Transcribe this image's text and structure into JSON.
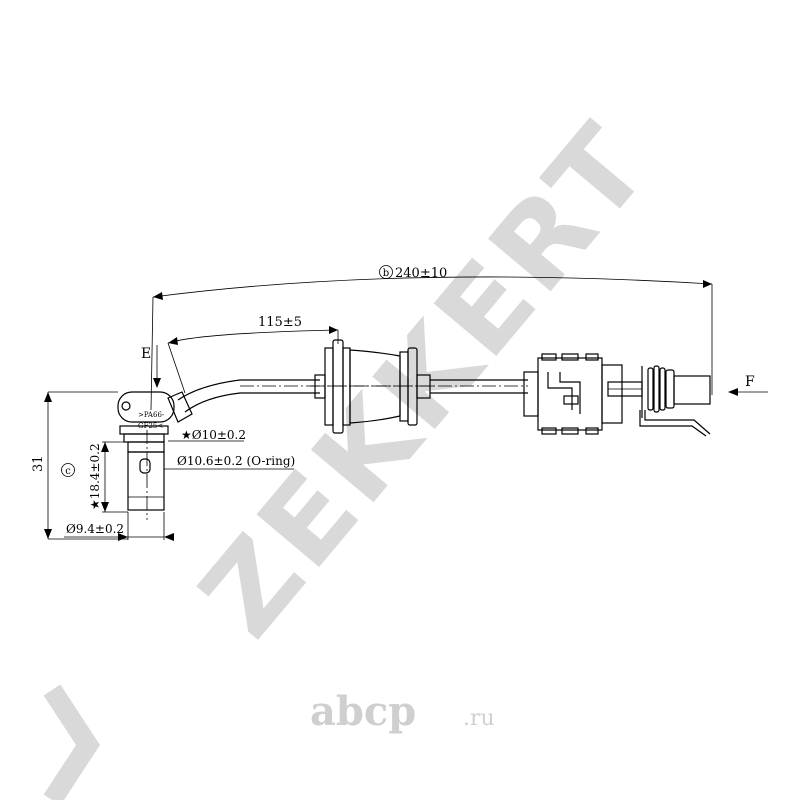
{
  "watermark": {
    "brand": "ZEKKERT",
    "color": "#d9d9d9"
  },
  "footer_logo": {
    "name": "abcp",
    "suffix": ".ru",
    "color": "#cfcfcf"
  },
  "dimensions": {
    "total_length_marker": "b",
    "total_length": "240±10",
    "branch_length": "115±5",
    "height": "31",
    "marker_c": "c",
    "probe_length": "★18.4±0.2",
    "head_diameter": "★Ø10±0.2",
    "oring_diameter": "Ø10.6±0.2 (O-ring)",
    "probe_diameter": "Ø9.4±0.2"
  },
  "view_labels": {
    "e": "E",
    "f": "F"
  },
  "material_marking": {
    "line1": ">PA66-",
    "line2": "GF25<"
  }
}
